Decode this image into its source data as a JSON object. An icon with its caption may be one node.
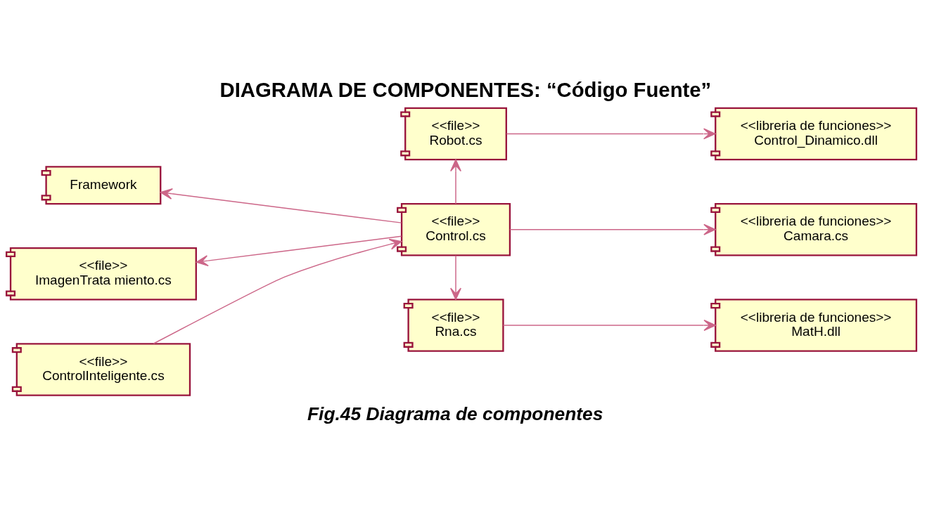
{
  "diagram": {
    "title": "DIAGRAMA DE COMPONENTES: “Código Fuente”",
    "caption": "Fig.45 Diagrama de componentes",
    "nodes": [
      {
        "text": [
          "Framework"
        ]
      },
      {
        "text": [
          "<<file>>",
          "Robot.cs"
        ]
      },
      {
        "text": [
          "<<libreria de funciones>>",
          "Control_Dinamico.dll"
        ]
      },
      {
        "text": [
          "<<file>>",
          "ImagenTrata miento.cs"
        ]
      },
      {
        "text": [
          "<<file>>",
          "Control.cs"
        ]
      },
      {
        "text": [
          "<<libreria de funciones>>",
          "Camara.cs"
        ]
      },
      {
        "text": [
          "<<file>>",
          "ControlInteligente.cs"
        ]
      },
      {
        "text": [
          "<<file>>",
          "Rna.cs"
        ]
      },
      {
        "text": [
          "<<libreria de funciones>>",
          "MatH.dll"
        ]
      }
    ],
    "edges": [
      {
        "from": 1,
        "to": 2,
        "arrow": "to"
      },
      {
        "from": 4,
        "to": 0,
        "arrow": "to"
      },
      {
        "from": 4,
        "to": 1,
        "arrow": "to"
      },
      {
        "from": 4,
        "to": 3,
        "arrow": "to"
      },
      {
        "from": 4,
        "to": 5,
        "arrow": "to"
      },
      {
        "from": 6,
        "to": 4,
        "arrow": "to"
      },
      {
        "from": 4,
        "to": 7,
        "arrow": "to"
      },
      {
        "from": 7,
        "to": 8,
        "arrow": "to"
      }
    ]
  }
}
